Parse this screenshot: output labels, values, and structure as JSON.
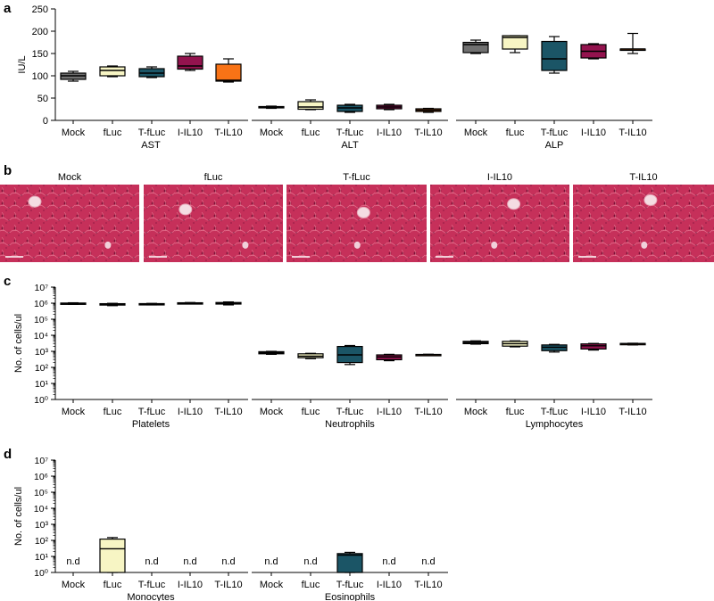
{
  "panels": {
    "a": "a",
    "b": "b",
    "c": "c",
    "d": "d"
  },
  "colors": {
    "Mock": "#707070",
    "fLuc": "#f7f5c4",
    "T-fLuc": "#1b5566",
    "I-IL10": "#93134e",
    "T-IL10": "#f97316",
    "tissue": "#c42c52"
  },
  "nd_label": "n.d",
  "histology": {
    "labels": [
      "Mock",
      "fLuc",
      "T-fLuc",
      "I-IL10",
      "T-IL10"
    ]
  },
  "chart_data": [
    {
      "id": "a",
      "type": "box",
      "ylabel": "IU/L",
      "ylim": [
        0,
        250
      ],
      "yticks": [
        0,
        50,
        100,
        150,
        200,
        250
      ],
      "categories": [
        "Mock",
        "fLuc",
        "T-fLuc",
        "I-IL10",
        "T-IL10"
      ],
      "groups": [
        {
          "name": "AST",
          "boxes": [
            {
              "cat": "Mock",
              "min": 88,
              "q1": 92,
              "med": 100,
              "q3": 106,
              "max": 110
            },
            {
              "cat": "fLuc",
              "min": 98,
              "q1": 100,
              "med": 112,
              "q3": 120,
              "max": 122
            },
            {
              "cat": "T-fLuc",
              "min": 96,
              "q1": 98,
              "med": 106,
              "q3": 116,
              "max": 120
            },
            {
              "cat": "I-IL10",
              "min": 112,
              "q1": 115,
              "med": 122,
              "q3": 144,
              "max": 150
            },
            {
              "cat": "T-IL10",
              "min": 86,
              "q1": 88,
              "med": 90,
              "q3": 126,
              "max": 138
            }
          ]
        },
        {
          "name": "ALT",
          "boxes": [
            {
              "cat": "Mock",
              "min": 27,
              "q1": 28,
              "med": 30,
              "q3": 31,
              "max": 32
            },
            {
              "cat": "fLuc",
              "min": 24,
              "q1": 25,
              "med": 30,
              "q3": 42,
              "max": 46
            },
            {
              "cat": "T-fLuc",
              "min": 18,
              "q1": 20,
              "med": 28,
              "q3": 34,
              "max": 36
            },
            {
              "cat": "I-IL10",
              "min": 24,
              "q1": 26,
              "med": 30,
              "q3": 34,
              "max": 36
            },
            {
              "cat": "T-IL10",
              "min": 18,
              "q1": 20,
              "med": 23,
              "q3": 26,
              "max": 27
            }
          ]
        },
        {
          "name": "ALP",
          "boxes": [
            {
              "cat": "Mock",
              "min": 150,
              "q1": 152,
              "med": 170,
              "q3": 175,
              "max": 180
            },
            {
              "cat": "fLuc",
              "min": 152,
              "q1": 160,
              "med": 186,
              "q3": 190,
              "max": 190
            },
            {
              "cat": "T-fLuc",
              "min": 106,
              "q1": 112,
              "med": 138,
              "q3": 177,
              "max": 188
            },
            {
              "cat": "I-IL10",
              "min": 138,
              "q1": 140,
              "med": 155,
              "q3": 170,
              "max": 172
            },
            {
              "cat": "T-IL10",
              "min": 150,
              "q1": 160,
              "med": 160,
              "q3": 160,
              "max": 195
            }
          ]
        }
      ]
    },
    {
      "id": "c",
      "type": "box",
      "yscale": "log",
      "ylabel": "No. of cells/ul",
      "ylim": [
        1,
        10000000
      ],
      "ytick_labels": [
        "10⁰",
        "10¹",
        "10²",
        "10³",
        "10⁴",
        "10⁵",
        "10⁶",
        "10⁷"
      ],
      "categories": [
        "Mock",
        "fLuc",
        "T-fLuc",
        "I-IL10",
        "T-IL10"
      ],
      "groups": [
        {
          "name": "Platelets",
          "boxes": [
            {
              "cat": "Mock",
              "min": 850000,
              "q1": 880000,
              "med": 950000,
              "q3": 1020000,
              "max": 1060000
            },
            {
              "cat": "fLuc",
              "min": 700000,
              "q1": 760000,
              "med": 840000,
              "q3": 930000,
              "max": 980000
            },
            {
              "cat": "T-fLuc",
              "min": 780000,
              "q1": 820000,
              "med": 880000,
              "q3": 940000,
              "max": 970000
            },
            {
              "cat": "I-IL10",
              "min": 900000,
              "q1": 940000,
              "med": 1000000,
              "q3": 1060000,
              "max": 1100000
            },
            {
              "cat": "T-IL10",
              "min": 780000,
              "q1": 880000,
              "med": 980000,
              "q3": 1100000,
              "max": 1200000
            }
          ]
        },
        {
          "name": "Neutrophils",
          "boxes": [
            {
              "cat": "Mock",
              "min": 650,
              "q1": 700,
              "med": 800,
              "q3": 950,
              "max": 1000
            },
            {
              "cat": "fLuc",
              "min": 350,
              "q1": 400,
              "med": 500,
              "q3": 700,
              "max": 750
            },
            {
              "cat": "T-fLuc",
              "min": 150,
              "q1": 200,
              "med": 600,
              "q3": 2000,
              "max": 2300
            },
            {
              "cat": "I-IL10",
              "min": 260,
              "q1": 300,
              "med": 450,
              "q3": 600,
              "max": 650
            },
            {
              "cat": "T-IL10",
              "min": 580,
              "q1": 600,
              "med": 620,
              "q3": 640,
              "max": 660
            }
          ]
        },
        {
          "name": "Lymphocytes",
          "boxes": [
            {
              "cat": "Mock",
              "min": 2800,
              "q1": 3000,
              "med": 3500,
              "q3": 4200,
              "max": 4500
            },
            {
              "cat": "fLuc",
              "min": 1900,
              "q1": 2100,
              "med": 3000,
              "q3": 4200,
              "max": 4500
            },
            {
              "cat": "T-fLuc",
              "min": 900,
              "q1": 1100,
              "med": 1800,
              "q3": 2500,
              "max": 2700
            },
            {
              "cat": "I-IL10",
              "min": 1200,
              "q1": 1400,
              "med": 2200,
              "q3": 2900,
              "max": 3100
            },
            {
              "cat": "T-IL10",
              "min": 2500,
              "q1": 2700,
              "med": 3000,
              "q3": 3100,
              "max": 3200
            }
          ]
        }
      ]
    },
    {
      "id": "d",
      "type": "box",
      "yscale": "log",
      "ylabel": "No. of cells/ul",
      "ylim": [
        1,
        10000000
      ],
      "ytick_labels": [
        "10⁰",
        "10¹",
        "10²",
        "10³",
        "10⁴",
        "10⁵",
        "10⁶",
        "10⁷"
      ],
      "categories": [
        "Mock",
        "fLuc",
        "T-fLuc",
        "I-IL10",
        "T-IL10"
      ],
      "groups": [
        {
          "name": "Monocytes",
          "boxes": [
            {
              "cat": "Mock",
              "nd": true
            },
            {
              "cat": "fLuc",
              "min": 1,
              "q1": 1,
              "med": 30,
              "q3": 120,
              "max": 150
            },
            {
              "cat": "T-fLuc",
              "nd": true
            },
            {
              "cat": "I-IL10",
              "nd": true
            },
            {
              "cat": "T-IL10",
              "nd": true
            }
          ]
        },
        {
          "name": "Eosinophils",
          "boxes": [
            {
              "cat": "Mock",
              "nd": true
            },
            {
              "cat": "fLuc",
              "nd": true
            },
            {
              "cat": "T-fLuc",
              "min": 1,
              "q1": 1,
              "med": 12,
              "q3": 15,
              "max": 18
            },
            {
              "cat": "I-IL10",
              "nd": true
            },
            {
              "cat": "T-IL10",
              "nd": true
            }
          ]
        }
      ]
    }
  ]
}
